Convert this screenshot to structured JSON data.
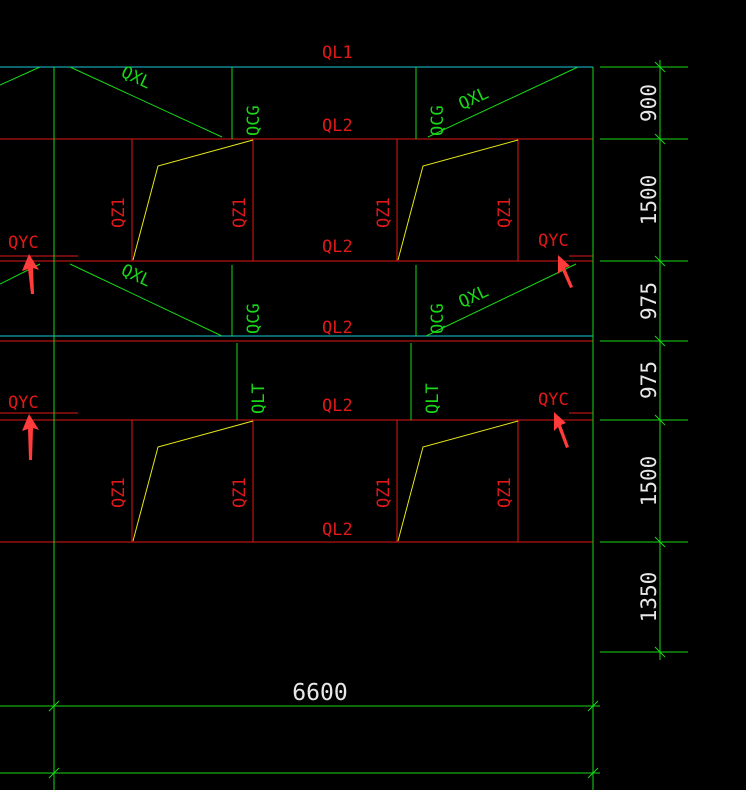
{
  "colors": {
    "background": "#000000",
    "beam": "#e01818",
    "wall_top": "#18c8d8",
    "green": "#18d818",
    "yellow": "#e8e818",
    "dim": "#e8e8e8",
    "arrow": "#ff3b3b"
  },
  "labels": {
    "ql1": "QL1",
    "ql2": "QL2",
    "qxl": "QXL",
    "qcg": "QCG",
    "qlt": "QLT",
    "qz1": "QZ1",
    "qyc": "QYC"
  },
  "dimensions": {
    "vertical": [
      "900",
      "1500",
      "975",
      "975",
      "1500",
      "1350"
    ],
    "horizontal": "6600"
  }
}
